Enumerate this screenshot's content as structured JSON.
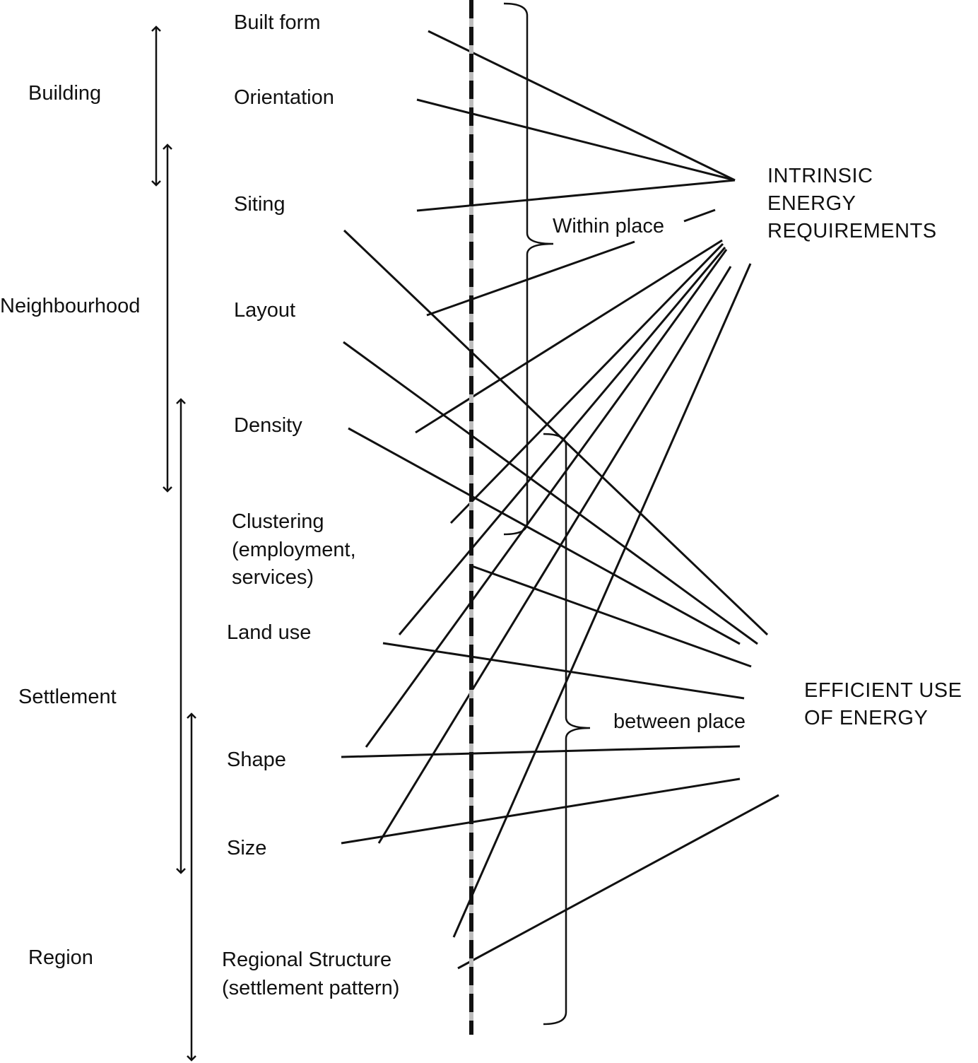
{
  "scales": {
    "building": "Building",
    "neighbourhood": "Neighbourhood",
    "settlement": "Settlement",
    "region": "Region"
  },
  "factors": {
    "built_form": "Built form",
    "orientation": "Orientation",
    "siting": "Siting",
    "layout": "Layout",
    "density": "Density",
    "clustering": [
      "Clustering",
      "(employment,",
      "services)"
    ],
    "land_use": "Land use",
    "shape": "Shape",
    "size": "Size",
    "regional_structure": [
      "Regional Structure",
      "(settlement pattern)"
    ]
  },
  "braces": {
    "within": "Within place",
    "between": "between place"
  },
  "outcomes": {
    "intrinsic": [
      "INTRINSIC",
      "ENERGY",
      "REQUIREMENTS"
    ],
    "efficient": [
      "EFFICIENT USE",
      "OF ENERGY"
    ]
  }
}
